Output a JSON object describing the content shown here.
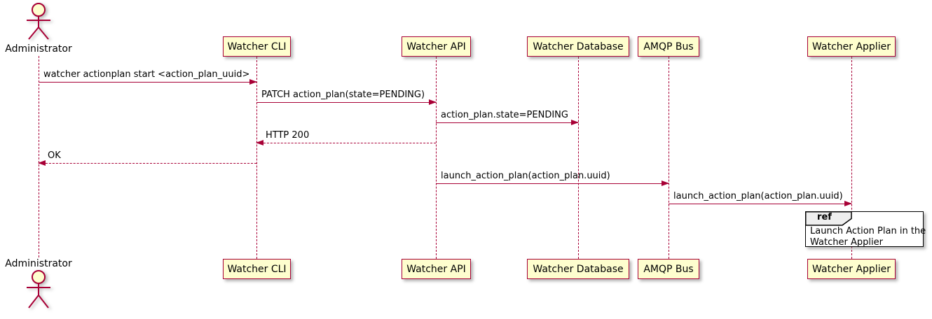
{
  "actor": {
    "label": "Administrator"
  },
  "participants": [
    {
      "label": "Watcher CLI"
    },
    {
      "label": "Watcher API"
    },
    {
      "label": "Watcher Database"
    },
    {
      "label": "AMQP Bus"
    },
    {
      "label": "Watcher Applier"
    }
  ],
  "messages": [
    {
      "label": "watcher actionplan start <action_plan_uuid>",
      "from": "Administrator",
      "to": "Watcher CLI",
      "line": "solid",
      "direction": "right"
    },
    {
      "label": "PATCH action_plan(state=PENDING)",
      "from": "Watcher CLI",
      "to": "Watcher API",
      "line": "solid",
      "direction": "right"
    },
    {
      "label": "action_plan.state=PENDING",
      "from": "Watcher API",
      "to": "Watcher Database",
      "line": "solid",
      "direction": "right"
    },
    {
      "label": "HTTP 200",
      "from": "Watcher API",
      "to": "Watcher CLI",
      "line": "dashed",
      "direction": "left"
    },
    {
      "label": "OK",
      "from": "Watcher CLI",
      "to": "Administrator",
      "line": "dashed",
      "direction": "left"
    },
    {
      "label": "launch_action_plan(action_plan.uuid)",
      "from": "Watcher API",
      "to": "AMQP Bus",
      "line": "solid",
      "direction": "right"
    },
    {
      "label": "launch_action_plan(action_plan.uuid)",
      "from": "AMQP Bus",
      "to": "Watcher Applier",
      "line": "solid",
      "direction": "right"
    }
  ],
  "ref": {
    "keyword": "ref",
    "line1": "Launch Action Plan in the",
    "line2": "Watcher Applier"
  },
  "colors": {
    "line": "#A80036",
    "participant_fill": "#FEFECE",
    "text": "#000000",
    "ref_border": "#000000",
    "ref_tab_fill": "#EEEEEE",
    "background": "#FFFFFF"
  }
}
